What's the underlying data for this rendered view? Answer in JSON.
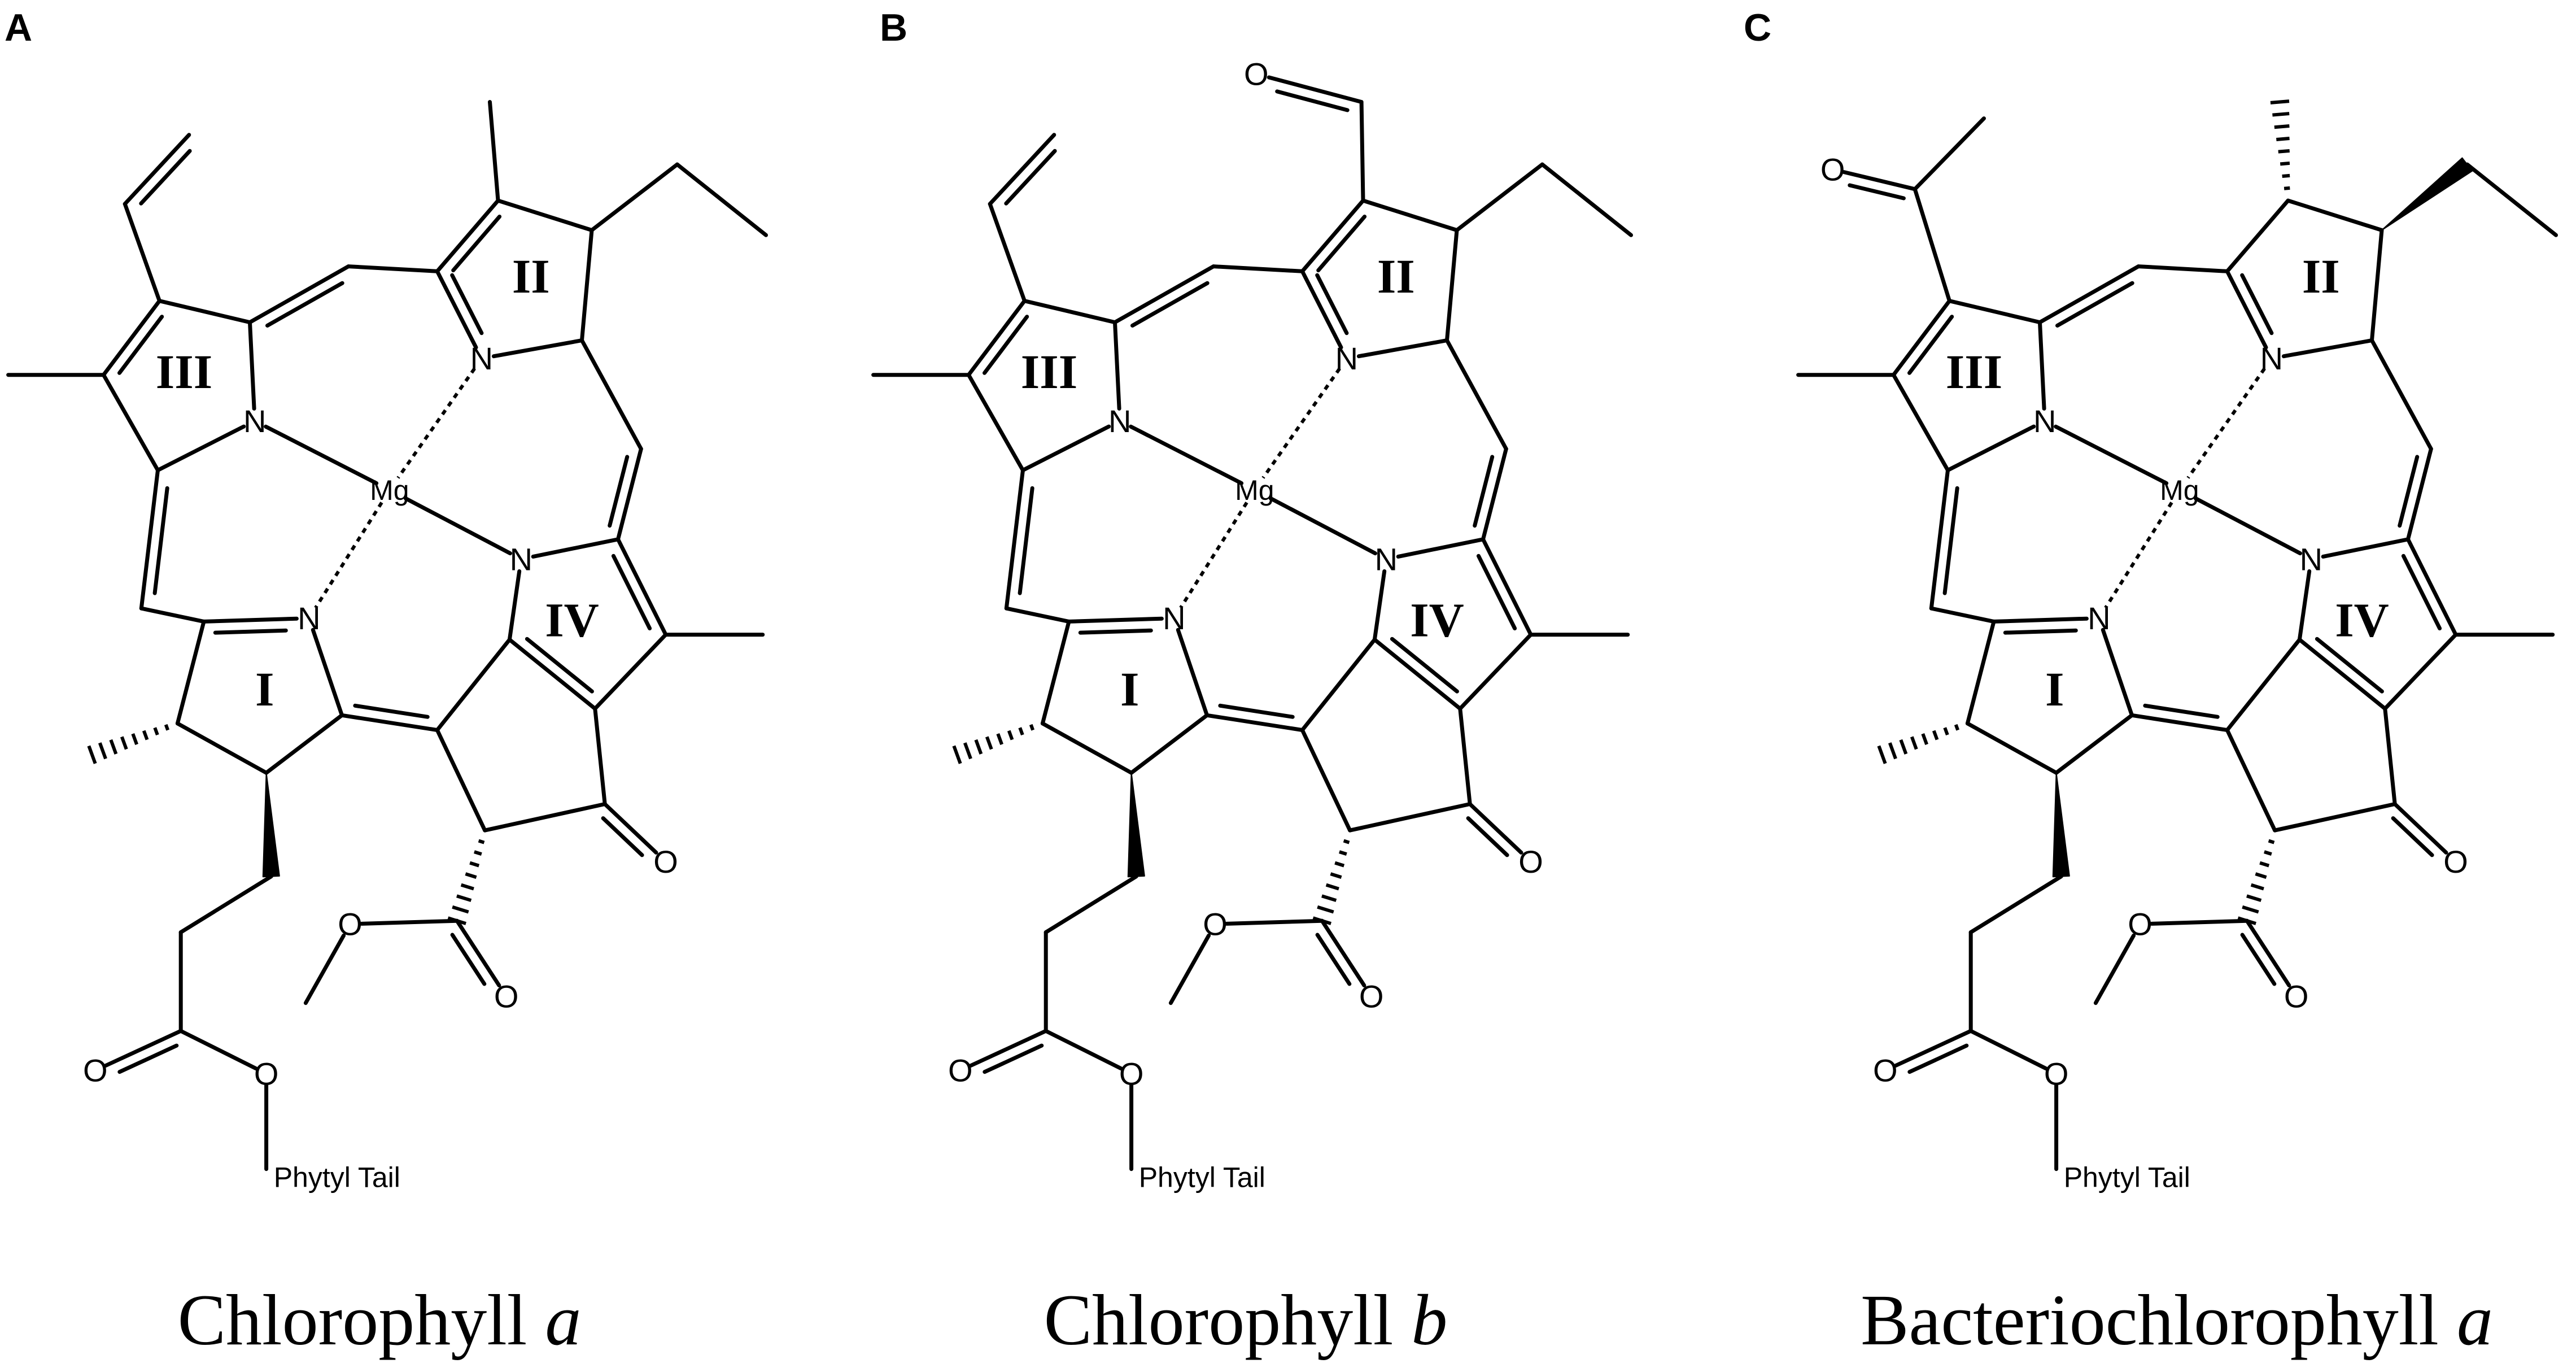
{
  "figure": {
    "panels": [
      {
        "id": "a",
        "letter": "A",
        "caption_prefix": "Chlorophyll ",
        "caption_italic": "a",
        "variant_ring1": "vinyl",
        "variant_ring2": "methyl",
        "ring_double_bonds": "chlorin"
      },
      {
        "id": "b",
        "letter": "B",
        "caption_prefix": "Chlorophyll ",
        "caption_italic": "b",
        "variant_ring1": "vinyl",
        "variant_ring2": "formyl",
        "ring_double_bonds": "chlorin"
      },
      {
        "id": "c",
        "letter": "C",
        "caption_prefix": "Bacteriochlorophyll ",
        "caption_italic": "a",
        "variant_ring1": "acetyl",
        "variant_ring2": "reduced",
        "ring_double_bonds": "bacteriochlorin"
      }
    ],
    "atoms": {
      "nitrogen": "N",
      "oxygen": "O",
      "magnesium": "Mg"
    },
    "ring_labels": [
      "I",
      "II",
      "III",
      "IV"
    ],
    "tail_label": "Phytyl Tail"
  }
}
